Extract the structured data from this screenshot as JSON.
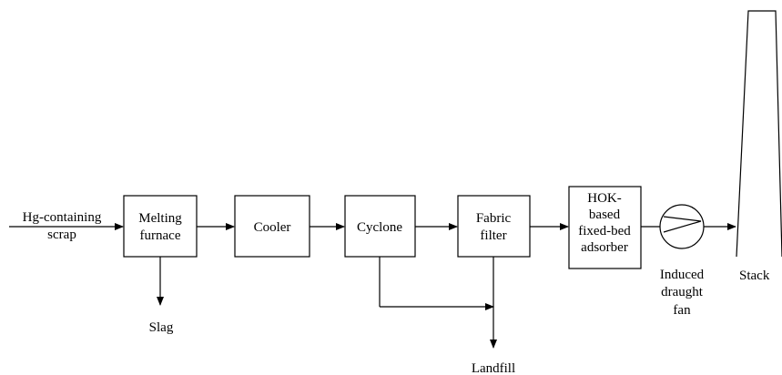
{
  "input": {
    "line1": "Hg-containing",
    "line2": "scrap"
  },
  "units": {
    "melting_furnace": {
      "line1": "Melting",
      "line2": "furnace"
    },
    "cooler": {
      "line1": "Cooler"
    },
    "cyclone": {
      "line1": "Cyclone"
    },
    "fabric_filter": {
      "line1": "Fabric",
      "line2": "filter"
    },
    "adsorber": {
      "line1": "HOK-",
      "line2": "based",
      "line3": "fixed-bed",
      "line4": "adsorber"
    }
  },
  "fan": {
    "line1": "Induced",
    "line2": "draught",
    "line3": "fan"
  },
  "stack": {
    "label": "Stack"
  },
  "outputs": {
    "slag": "Slag",
    "landfill": "Landfill"
  },
  "colors": {
    "stroke": "#000000",
    "background": "#ffffff"
  }
}
